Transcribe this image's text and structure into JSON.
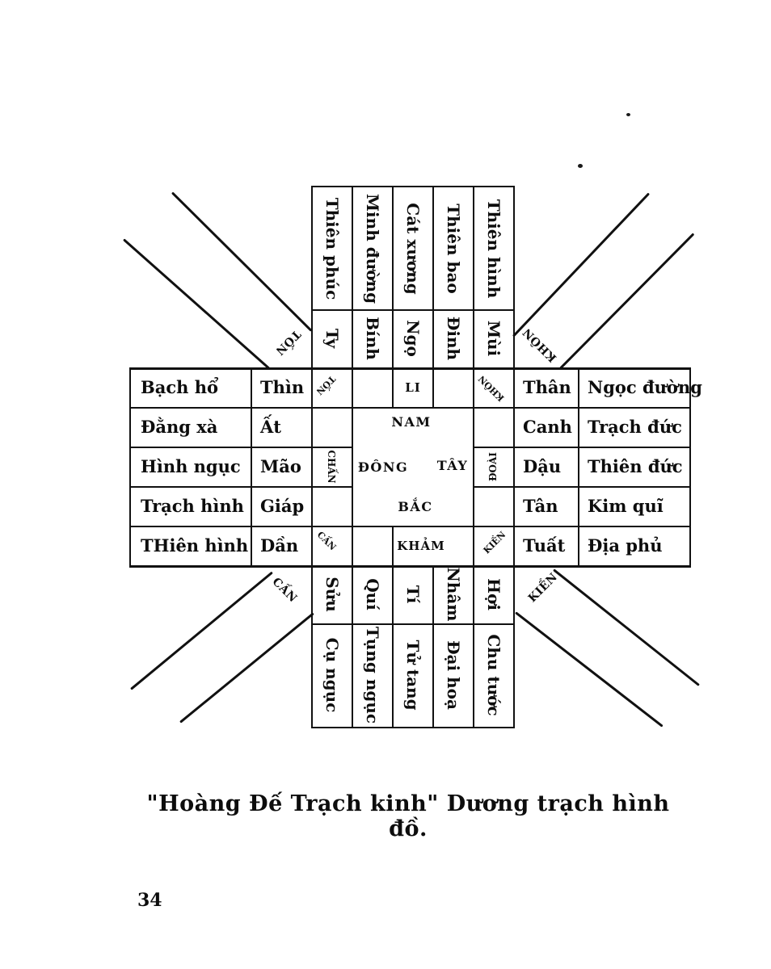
{
  "page": {
    "caption": "\"Hoàng Đế Trạch kinh\" Dương trạch hình đồ.",
    "page_number": "34"
  },
  "diagram": {
    "top": {
      "names": [
        "Thiên phúc",
        "Minh đường",
        "Cát xương",
        "Thiên bao",
        "Thiên hình"
      ],
      "stems": [
        "Ty",
        "Bính",
        "Ngọ",
        "Đinh",
        "Mùi"
      ]
    },
    "left": {
      "names": [
        "Bạch hổ",
        "Đằng xà",
        "Hình ngục",
        "Trạch hình",
        "THiên hình"
      ],
      "stems": [
        "Thìn",
        "Ất",
        "Mão",
        "Giáp",
        "Dần"
      ]
    },
    "right": {
      "stems": [
        "Thân",
        "Canh",
        "Dậu",
        "Tân",
        "Tuất"
      ],
      "names": [
        "Ngọc đường",
        "Trạch đức",
        "Thiên đức",
        "Kim quĩ",
        "Địa phủ"
      ]
    },
    "bottom": {
      "branches": [
        "Sửu",
        "Quí",
        "Tí",
        "Nhâm",
        "Hợi"
      ],
      "names": [
        "Cụ ngục",
        "Tụng ngục",
        "Tử tang",
        "Đại hoạ",
        "Chu tước"
      ]
    },
    "center": {
      "top_cell": "LI",
      "top": "NAM",
      "left": "ĐÔNG",
      "right": "TÂY",
      "bottom": "BẮC",
      "bottom_cell": "KHẢM"
    },
    "corners": {
      "top_left": "TỐN",
      "top_right": "KHÔN",
      "bottom_left": "CẤN",
      "bottom_right": "KIỀN"
    },
    "inner_trigrams": {
      "top_left": "TỐN",
      "top_right": "KHÔN",
      "mid_left": "CHẤN",
      "mid_right": "ĐOÀI",
      "bottom_left": "CẤN",
      "bottom_right": "KIỀN"
    }
  }
}
